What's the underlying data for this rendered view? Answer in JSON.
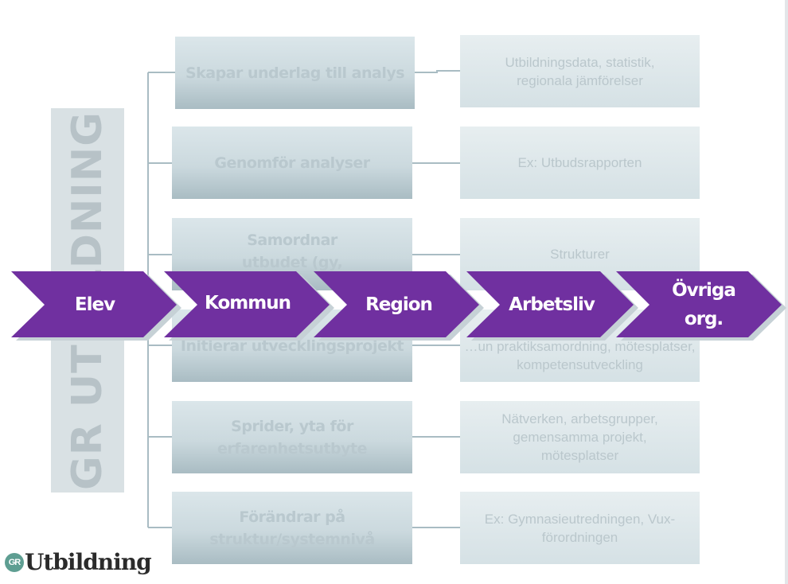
{
  "sidebar": {
    "label": "GR UTBILDNING"
  },
  "rows": [
    {
      "activity": "Skapar underlag till analys",
      "example": "Utbildningsdata, statistik, regionala jämförelser"
    },
    {
      "activity": "Genomför analyser",
      "example": "Ex: Utbudsrapporten"
    },
    {
      "activity": "Samordnar utbudet (gy, vux)",
      "example": "Strukturer"
    },
    {
      "activity": "Initierar utvecklingsprojekt",
      "example": "…un praktiksamordning, mötesplatser, kompetensutveckling"
    },
    {
      "activity": "Sprider, yta för erfarenhetsutbyte",
      "example": "Nätverken, arbetsgrupper, gemensamma projekt, mötesplatser"
    },
    {
      "activity": "Förändrar på struktur/systemnivå",
      "example": "Ex: Gymnasieutredningen, Vux-förordningen"
    }
  ],
  "arrows": [
    "Elev",
    "Kommun",
    "Region",
    "Arbetsliv",
    "Övriga org."
  ],
  "colors": {
    "arrow": "#7030a0",
    "arrow_shadow": "#c6d1d6",
    "box": "#cbd9de"
  },
  "logo": {
    "badge": "GR",
    "name": "Utbildning"
  }
}
